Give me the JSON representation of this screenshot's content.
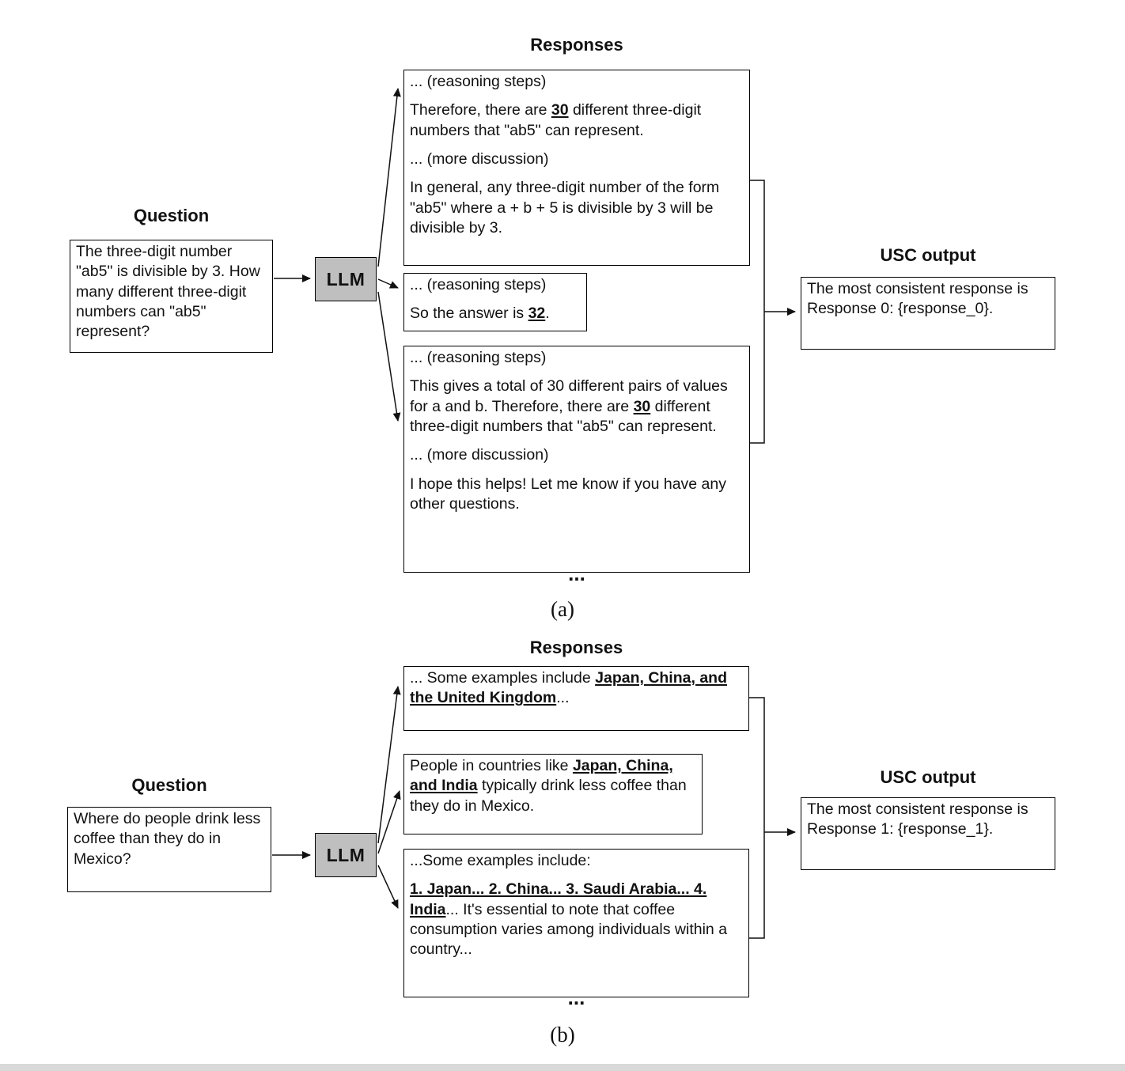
{
  "figures": [
    {
      "label": "(a)",
      "responses_title": "Responses",
      "question_title": "Question",
      "usc_title": "USC output",
      "llm_label": "LLM",
      "question": "The three-digit number \"ab5\" is divisible by 3. How many different three-digit numbers can \"ab5\" represent?",
      "responses": [
        {
          "paragraphs": [
            [
              {
                "t": "... (reasoning steps)"
              }
            ],
            [
              {
                "t": "Therefore, there are "
              },
              {
                "t": "30",
                "b": true,
                "u": true
              },
              {
                "t": " different three-digit numbers that \"ab5\" can represent."
              }
            ],
            [
              {
                "t": "... (more discussion)"
              }
            ],
            [
              {
                "t": "In general, any three-digit number of the form \"ab5\" where a + b + 5 is divisible by 3 will be divisible by 3."
              }
            ]
          ]
        },
        {
          "paragraphs": [
            [
              {
                "t": "... (reasoning steps)"
              }
            ],
            [
              {
                "t": "So the answer is "
              },
              {
                "t": "32",
                "b": true,
                "u": true
              },
              {
                "t": "."
              }
            ]
          ]
        },
        {
          "paragraphs": [
            [
              {
                "t": "... (reasoning steps)"
              }
            ],
            [
              {
                "t": "This gives a total of 30 different pairs of values for a and b. Therefore, there are "
              },
              {
                "t": "30",
                "b": true,
                "u": true
              },
              {
                "t": " different three-digit numbers that \"ab5\" can represent."
              }
            ],
            [
              {
                "t": "... (more discussion)"
              }
            ],
            [
              {
                "t": "I hope this helps! Let me know if you have any other questions."
              }
            ]
          ]
        }
      ],
      "ellipsis": "...",
      "usc_output": "The most consistent response is Response 0: {response_0}."
    },
    {
      "label": "(b)",
      "responses_title": "Responses",
      "question_title": "Question",
      "usc_title": "USC output",
      "llm_label": "LLM",
      "question": "Where do people drink less coffee than they do in Mexico?",
      "responses": [
        {
          "paragraphs": [
            [
              {
                "t": "... Some examples include "
              },
              {
                "t": "Japan, China, and the United Kingdom",
                "b": true,
                "u": true
              },
              {
                "t": "..."
              }
            ]
          ]
        },
        {
          "paragraphs": [
            [
              {
                "t": "People in countries like "
              },
              {
                "t": "Japan, China, and India",
                "b": true,
                "u": true
              },
              {
                "t": " typically drink less coffee than they do in Mexico."
              }
            ]
          ]
        },
        {
          "paragraphs": [
            [
              {
                "t": "...Some examples include:"
              }
            ],
            [
              {
                "t": "1. Japan... 2. China... 3. Saudi Arabia... 4. India",
                "b": true,
                "u": true
              },
              {
                "t": "... It's essential to note that coffee consumption varies among individuals within a country..."
              }
            ]
          ]
        }
      ],
      "ellipsis": "...",
      "usc_output": "The most consistent response is Response 1: {response_1}."
    }
  ]
}
